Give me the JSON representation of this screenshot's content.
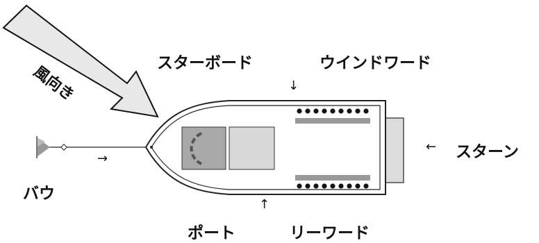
{
  "labels": {
    "wind": "風向き",
    "starboard": "スターボード",
    "windward": "ウインドワード",
    "stern": "スターン",
    "bow": "バウ",
    "port": "ポート",
    "leeward": "リーワード"
  },
  "colors": {
    "hull_outline": "#222222",
    "hull_fill": "#ffffff",
    "cabin_fill": "#c8c8c8",
    "cabin_dark": "#a8a8a8",
    "wheel_stroke": "#555555",
    "deck_bar": "#999999",
    "dots": "#111111",
    "transom_fill": "#dcdcdc",
    "wind_arrow_fill": "#e8e8e8",
    "flag": "#999999"
  },
  "icons": {
    "down_arrow": "down-arrow-icon",
    "up_arrow": "up-arrow-icon",
    "left_arrow": "left-arrow-icon",
    "right_arrow": "right-arrow-icon"
  },
  "glyphs": {
    "down": "↓",
    "up": "↑",
    "left": "←",
    "right": "→"
  }
}
